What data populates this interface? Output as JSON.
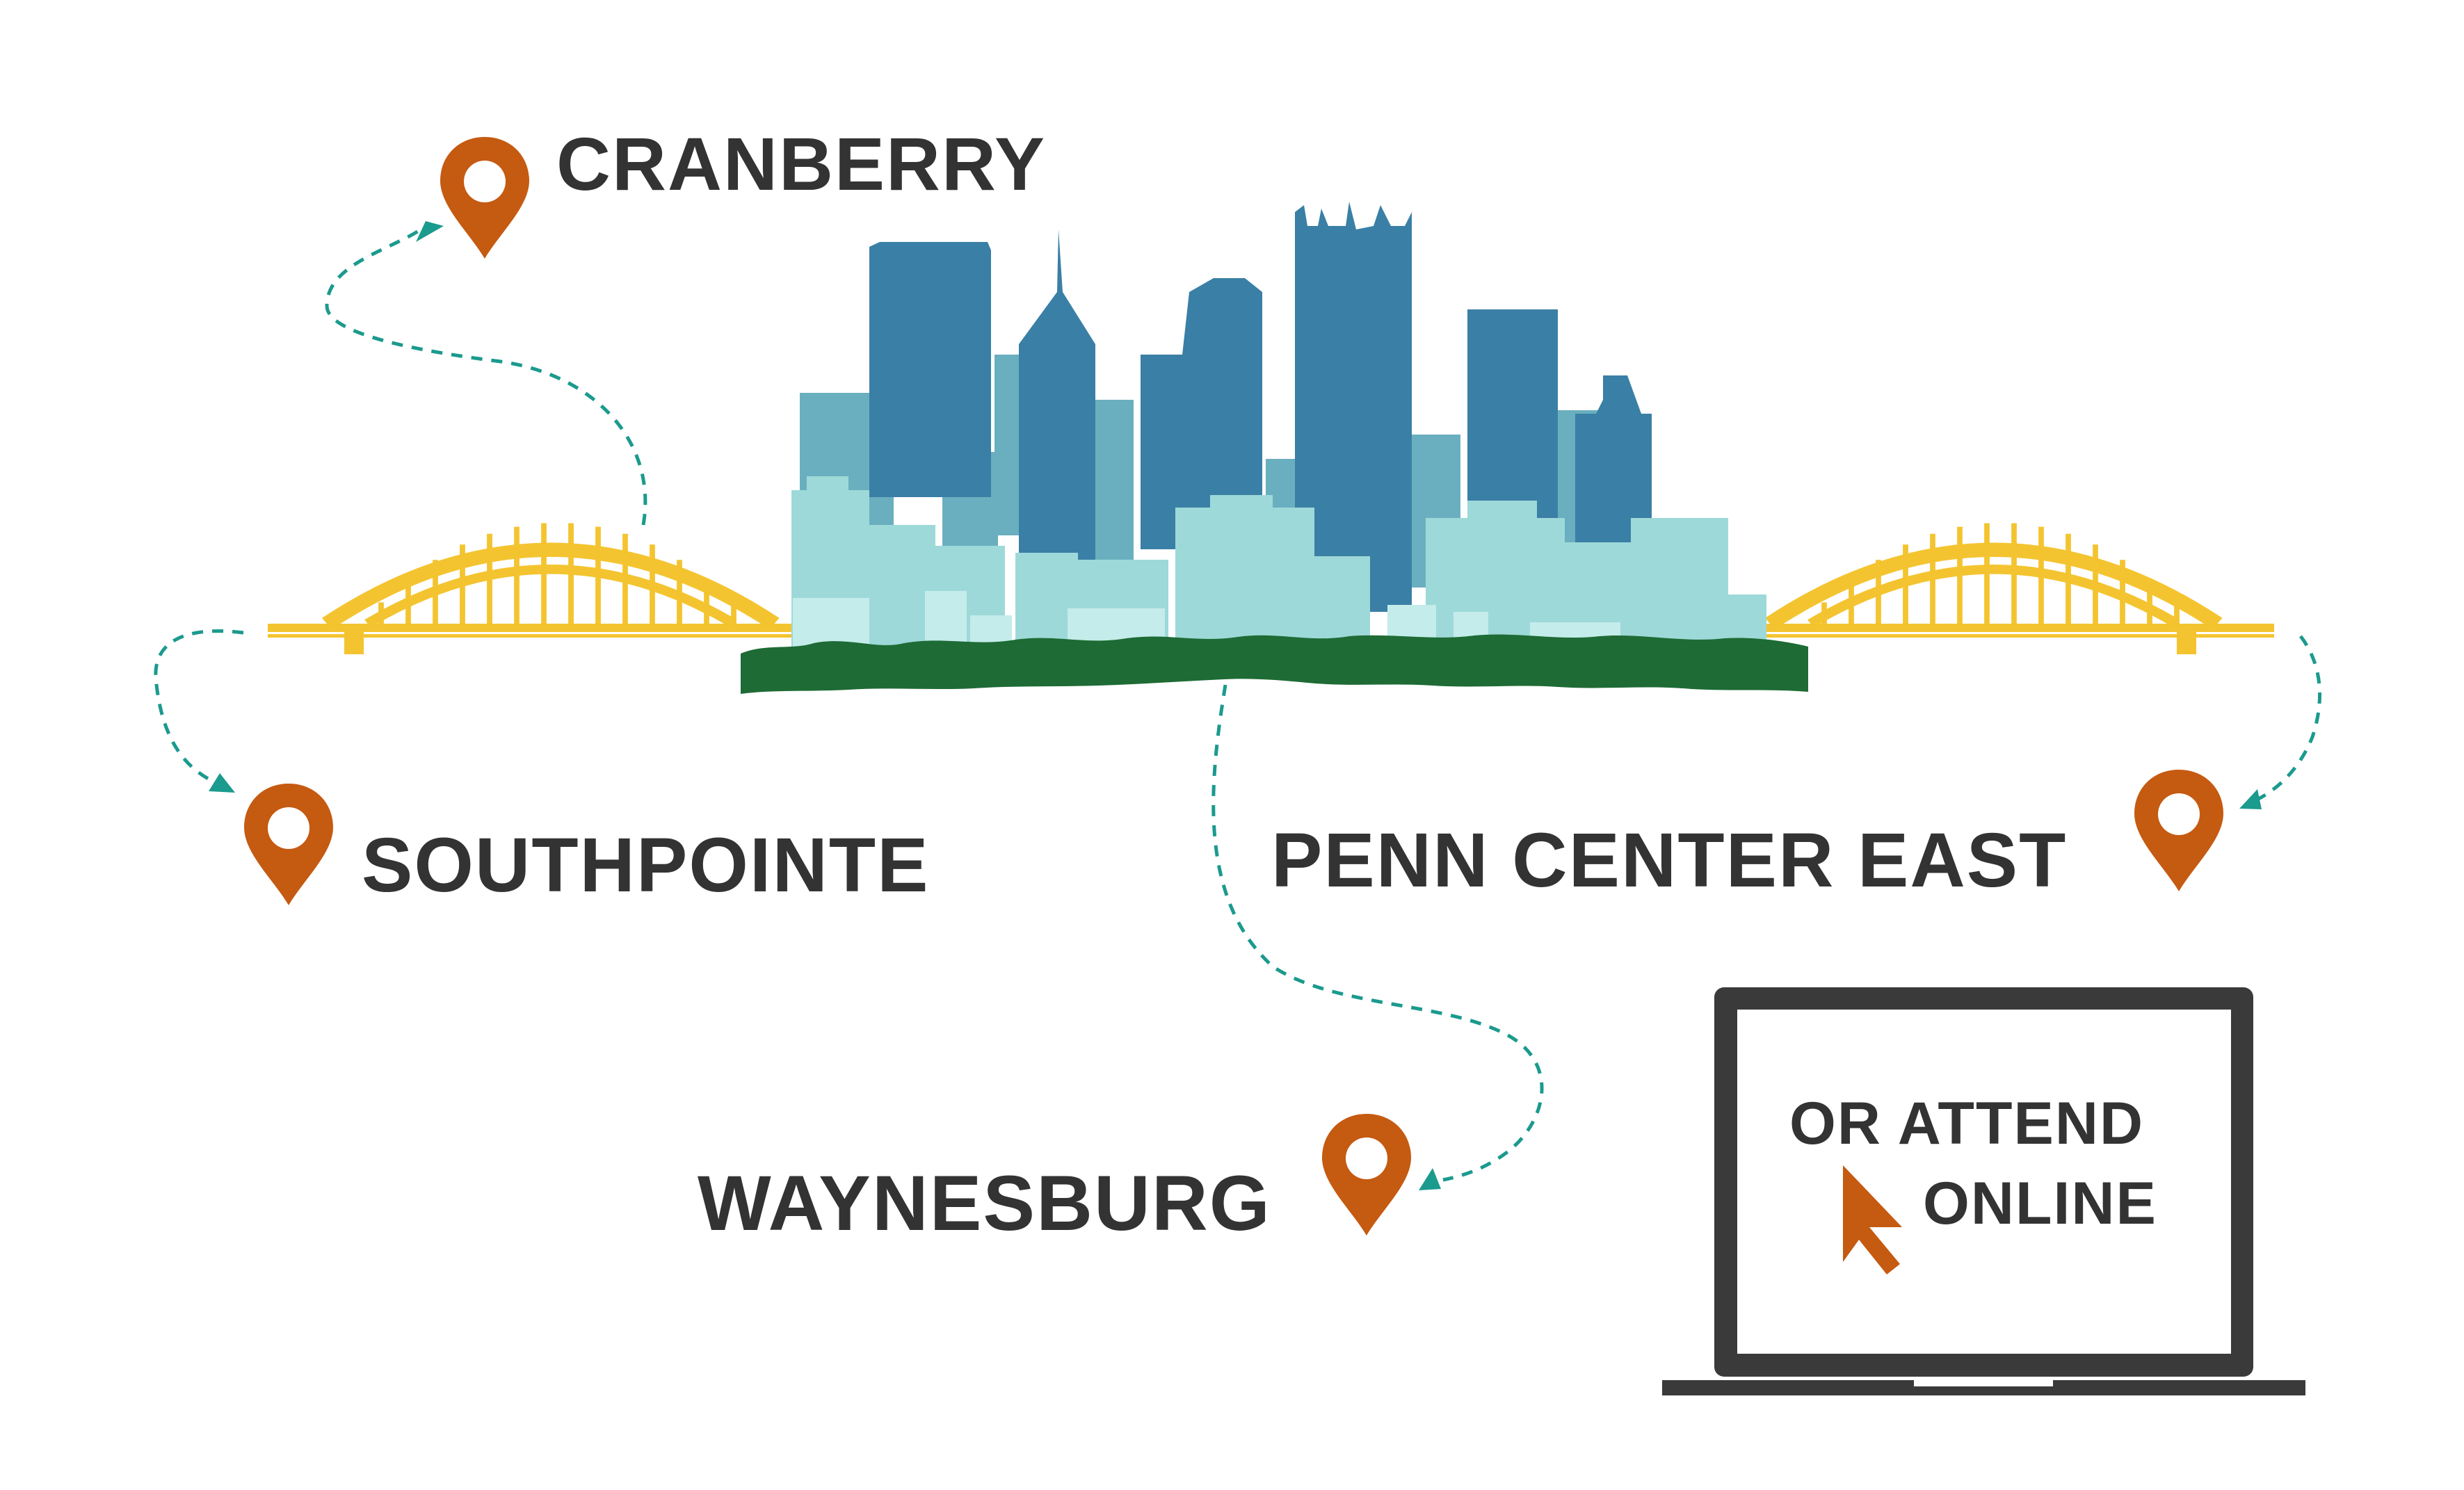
{
  "locations": {
    "cranberry": "CRANBERRY",
    "southpointe": "SOUTHPOINTE",
    "penn_center_east": "PENN CENTER EAST",
    "waynesburg": "WAYNESBURG"
  },
  "online": {
    "line1": "OR ATTEND",
    "line2": "ONLINE"
  },
  "colors": {
    "pin": "#C55A11",
    "text": "#333333",
    "path": "#1B9A8E",
    "bridge": "#F4C430",
    "tower_dark": "#3A7FA5",
    "tower_mid": "#6AAFBF",
    "tower_light": "#9ED9D9",
    "trees": "#1E6B35",
    "laptop": "#3A3A3A"
  },
  "icons": [
    "map-pin-icon",
    "cursor-arrow-icon",
    "laptop-icon",
    "bridge-icon",
    "skyline-icon"
  ]
}
